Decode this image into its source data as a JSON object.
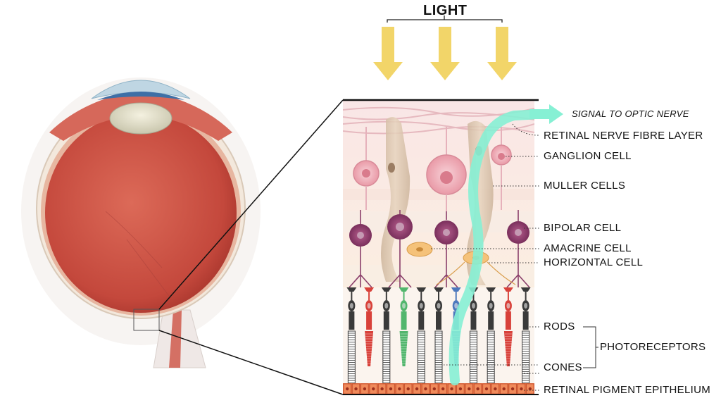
{
  "title": "LIGHT",
  "signal_label": "SIGNAL TO OPTIC NERVE",
  "labels": {
    "nerve_fibre": "RETINAL NERVE FIBRE LAYER",
    "ganglion": "GANGLION CELL",
    "muller": "MULLER CELLS",
    "bipolar": "BIPOLAR CELL",
    "amacrine": "AMACRINE CELL",
    "horizontal": "HORIZONTAL CELL",
    "rods": "RODS",
    "cones": "CONES",
    "photoreceptors": "PHOTORECEPTORS",
    "rpe": "RETINAL PIGMENT EPITHELIUM"
  },
  "colors": {
    "light_arrow": "#f2d569",
    "signal_arrow": "#86f0d4",
    "eye_red": "#cf5a4c",
    "ganglion_pink": "#f0b5bf",
    "bipolar_purple": "#8a3e6a",
    "amacrine_orange": "#f5c27a",
    "rod_dark": "#3a3a3a",
    "cone_red": "#d8413a",
    "cone_green": "#52b66d",
    "cone_blue": "#4d78bd",
    "rpe_orange": "#e06a3c"
  },
  "photoreceptors": [
    "rod",
    "cone-red",
    "rod",
    "cone-green",
    "rod",
    "rod",
    "cone-blue",
    "rod",
    "rod",
    "cone-red",
    "rod"
  ]
}
